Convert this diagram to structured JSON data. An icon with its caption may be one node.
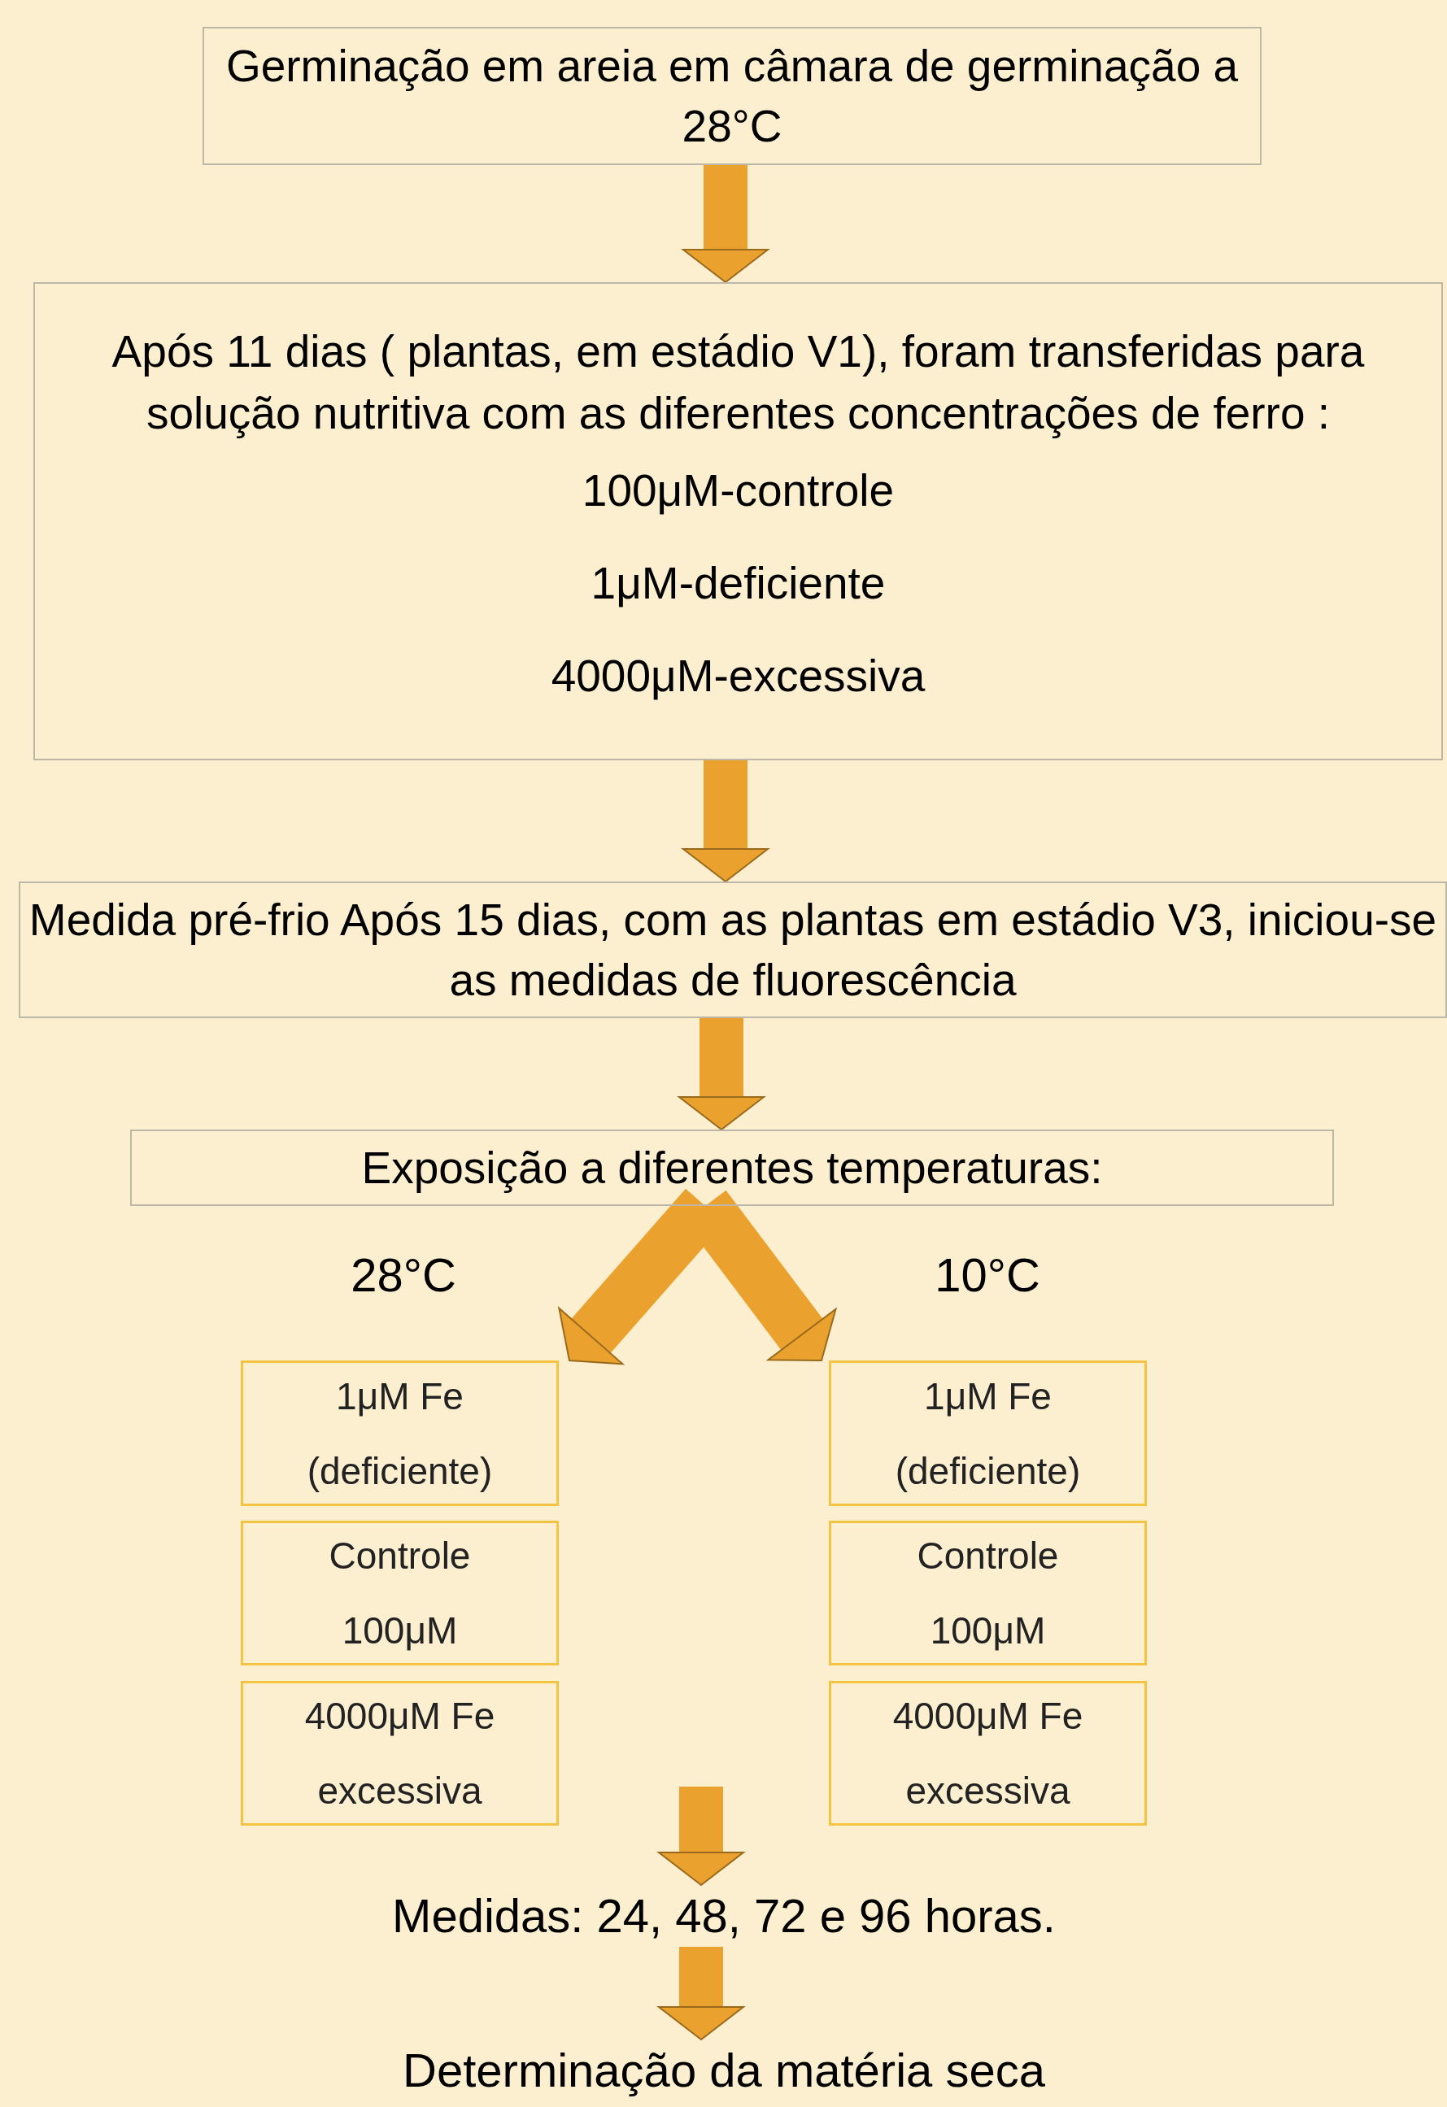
{
  "diagram": {
    "nodes": [
      {
        "text": [
          "Germinação em areia em câmara de germinação a 28°C"
        ]
      },
      {
        "text": [
          "Após 11 dias ( plantas, em estádio V1), foram transferidas para solução nutritiva com as diferentes concentrações de ferro :",
          "100μM-controle",
          "1μM-deficiente",
          "4000μM-excessiva"
        ]
      },
      {
        "text": [
          "Medida pré-frio Após 15 dias, com as plantas em estádio V3, iniciou-se as medidas de fluorescência"
        ]
      },
      {
        "text": [
          "Exposição a diferentes temperaturas:"
        ]
      },
      {
        "text": [
          "1μM Fe",
          "(deficiente)"
        ]
      },
      {
        "text": [
          "Controle",
          "100μM"
        ]
      },
      {
        "text": [
          "4000μM Fe",
          "excessiva"
        ]
      },
      {
        "text": [
          "1μM Fe",
          "(deficiente)"
        ]
      },
      {
        "text": [
          "Controle",
          "100μM"
        ]
      },
      {
        "text": [
          "4000μM Fe",
          "excessiva"
        ]
      },
      {
        "text": [
          "Medidas: 24, 48, 72 e 96 horas."
        ]
      },
      {
        "text": [
          "Determinação da matéria seca"
        ]
      }
    ],
    "edges": [
      {
        "from": 0,
        "to": 1,
        "arrow": "to"
      },
      {
        "from": 1,
        "to": 2,
        "arrow": "to"
      },
      {
        "from": 2,
        "to": 3,
        "arrow": "to"
      },
      {
        "from": 3,
        "to": 4,
        "arrow": "to"
      },
      {
        "from": 3,
        "to": 7,
        "arrow": "to"
      },
      {
        "from": null,
        "to": 10,
        "arrow": "to"
      },
      {
        "from": 10,
        "to": 11,
        "arrow": "to"
      }
    ],
    "labels": [
      "28°C",
      "10°C"
    ]
  }
}
